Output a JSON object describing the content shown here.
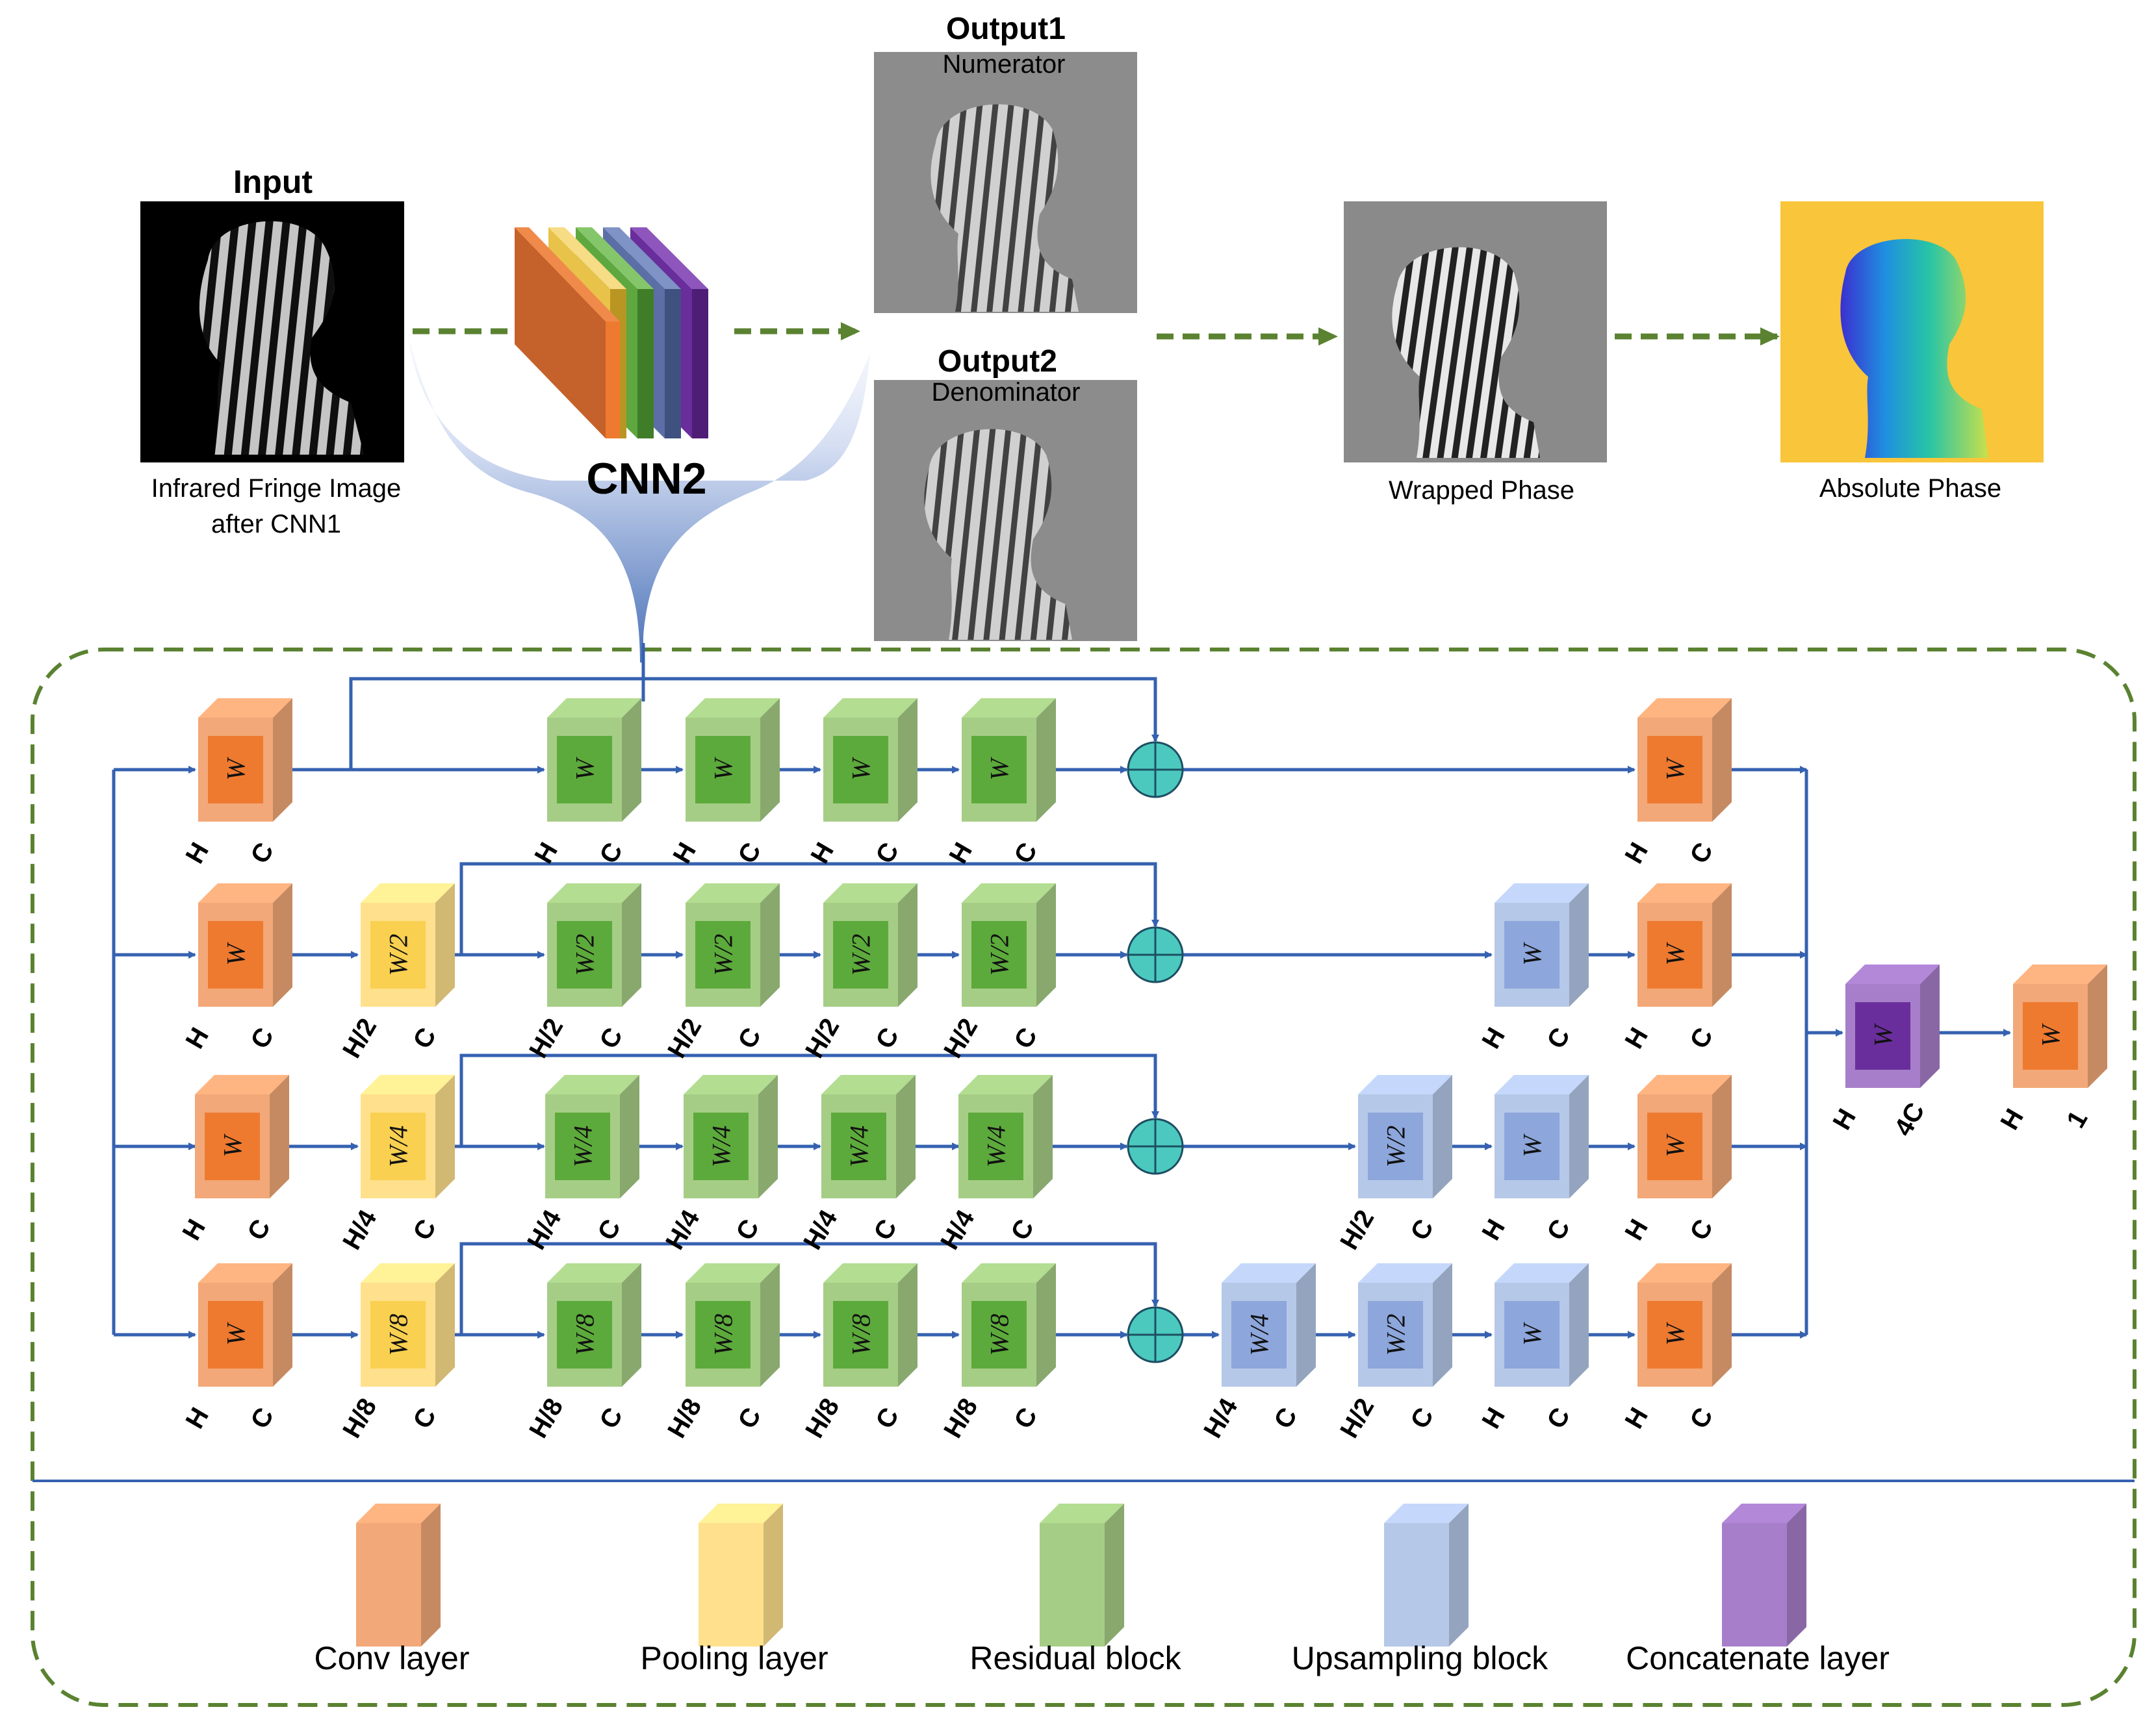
{
  "top": {
    "input_title": "Input",
    "input_caption_1": "Infrared Fringe Image",
    "input_caption_2": "after CNN1",
    "cnn_label": "CNN2",
    "output1_title": "Output1",
    "output1_sub": "Numerator",
    "output2_title": "Output2",
    "output2_sub": "Denominator",
    "wrapped_caption": "Wrapped Phase",
    "absolute_caption": "Absolute Phase"
  },
  "colors": {
    "conv": "#F2A878",
    "conv_inner": "#EE7A30",
    "pool": "#FFE08C",
    "pool_inner": "#F9D050",
    "residual": "#A6CD86",
    "residual_inner": "#5DAA3C",
    "upsample": "#B6C8E8",
    "upsample_inner": "#8DA7DC",
    "concat": "#A77EC9",
    "concat_inner": "#6A2E9C",
    "arrow_blue": "#3561B0",
    "dashed_green": "#5A8231",
    "add_node": "#4CC9BE"
  },
  "blocks": [
    {
      "t": "conv",
      "in": "W",
      "b1": "H",
      "b2": "C"
    },
    {
      "t": "residual",
      "in": "W",
      "b1": "H",
      "b2": "C"
    },
    {
      "t": "residual",
      "in": "W",
      "b1": "H",
      "b2": "C"
    },
    {
      "t": "residual",
      "in": "W",
      "b1": "H",
      "b2": "C"
    },
    {
      "t": "residual",
      "in": "W",
      "b1": "H",
      "b2": "C"
    },
    {
      "t": "conv",
      "in": "W",
      "b1": "H",
      "b2": "C"
    },
    {
      "t": "conv",
      "in": "W",
      "b1": "H",
      "b2": "C"
    },
    {
      "t": "pool",
      "in": "W/2",
      "b1": "H/2",
      "b2": "C"
    },
    {
      "t": "residual",
      "in": "W/2",
      "b1": "H/2",
      "b2": "C"
    },
    {
      "t": "residual",
      "in": "W/2",
      "b1": "H/2",
      "b2": "C"
    },
    {
      "t": "residual",
      "in": "W/2",
      "b1": "H/2",
      "b2": "C"
    },
    {
      "t": "residual",
      "in": "W/2",
      "b1": "H/2",
      "b2": "C"
    },
    {
      "t": "upsample",
      "in": "W",
      "b1": "H",
      "b2": "C"
    },
    {
      "t": "conv",
      "in": "W",
      "b1": "H",
      "b2": "C"
    },
    {
      "t": "conv",
      "in": "W",
      "b1": "H",
      "b2": "C"
    },
    {
      "t": "pool",
      "in": "W/4",
      "b1": "H/4",
      "b2": "C"
    },
    {
      "t": "residual",
      "in": "W/4",
      "b1": "H/4",
      "b2": "C"
    },
    {
      "t": "residual",
      "in": "W/4",
      "b1": "H/4",
      "b2": "C"
    },
    {
      "t": "residual",
      "in": "W/4",
      "b1": "H/4",
      "b2": "C"
    },
    {
      "t": "residual",
      "in": "W/4",
      "b1": "H/4",
      "b2": "C"
    },
    {
      "t": "upsample",
      "in": "W/2",
      "b1": "H/2",
      "b2": "C"
    },
    {
      "t": "upsample",
      "in": "W",
      "b1": "H",
      "b2": "C"
    },
    {
      "t": "conv",
      "in": "W",
      "b1": "H",
      "b2": "C"
    },
    {
      "t": "conv",
      "in": "W",
      "b1": "H",
      "b2": "C"
    },
    {
      "t": "pool",
      "in": "W/8",
      "b1": "H/8",
      "b2": "C"
    },
    {
      "t": "residual",
      "in": "W/8",
      "b1": "H/8",
      "b2": "C"
    },
    {
      "t": "residual",
      "in": "W/8",
      "b1": "H/8",
      "b2": "C"
    },
    {
      "t": "residual",
      "in": "W/8",
      "b1": "H/8",
      "b2": "C"
    },
    {
      "t": "residual",
      "in": "W/8",
      "b1": "H/8",
      "b2": "C"
    },
    {
      "t": "upsample",
      "in": "W/4",
      "b1": "H/4",
      "b2": "C"
    },
    {
      "t": "upsample",
      "in": "W/2",
      "b1": "H/2",
      "b2": "C"
    },
    {
      "t": "upsample",
      "in": "W",
      "b1": "H",
      "b2": "C"
    },
    {
      "t": "conv",
      "in": "W",
      "b1": "H",
      "b2": "C"
    },
    {
      "t": "concat",
      "in": "W",
      "b1": "H",
      "b2": "4C"
    },
    {
      "t": "conv",
      "in": "W",
      "b1": "H",
      "b2": "1"
    }
  ],
  "legend": [
    {
      "t": "conv",
      "label": "Conv layer"
    },
    {
      "t": "pool",
      "label": "Pooling layer"
    },
    {
      "t": "residual",
      "label": "Residual block"
    },
    {
      "t": "upsample",
      "label": "Upsampling block"
    },
    {
      "t": "concat",
      "label": "Concatenate layer"
    }
  ]
}
